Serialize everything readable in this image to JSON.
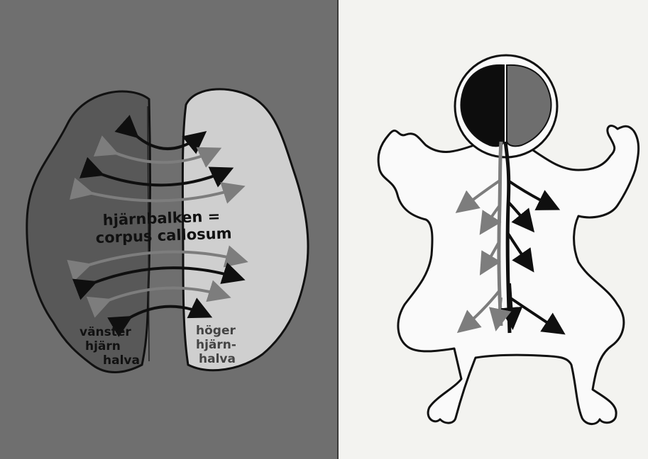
{
  "brain_diagram": {
    "label_line1": "hjärnbalken =",
    "label_line2": "corpus callosum",
    "left_label_lines": [
      "vänster",
      "hjärn",
      "halva"
    ],
    "right_label_lines": [
      "höger",
      "hjärn-",
      "halva"
    ]
  },
  "colors": {
    "left_panel_bg": "#6f6f6f",
    "right_panel_bg": "#f3f3f0",
    "left_hemisphere": "#585858",
    "right_hemisphere": "#cfcfcf",
    "arrow_dark": "#0f0f0f",
    "arrow_gray": "#7d7d7d",
    "baby_left_brain": "#0d0d0d",
    "baby_right_brain": "#6e6e6e"
  }
}
